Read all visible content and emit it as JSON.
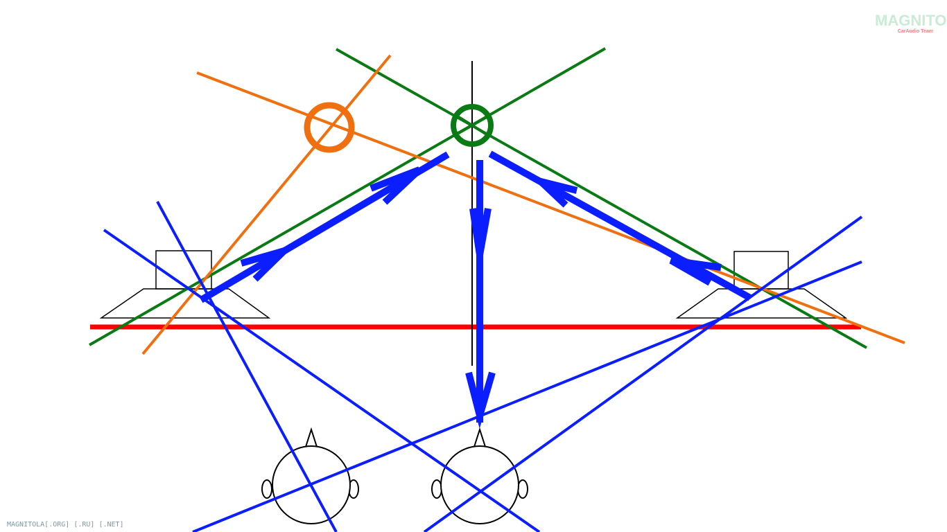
{
  "logo": {
    "main": "MAGNITOLA",
    "sub": "CarAudio Team"
  },
  "footer": {
    "text": "MAGNITOLA[.ORG] [.RU] [.NET]"
  },
  "colors": {
    "orange": "#f07010",
    "green": "#0a7a14",
    "blue": "#0a1eff",
    "red": "#ff0000",
    "black": "#000000"
  },
  "icons": {
    "left_speaker": "speaker-icon",
    "right_speaker": "speaker-icon",
    "left_head": "listener-head-icon",
    "right_head": "listener-head-icon"
  }
}
